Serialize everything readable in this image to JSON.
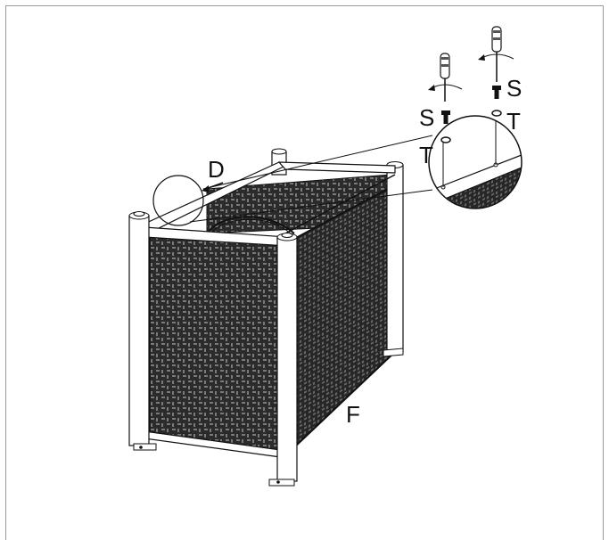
{
  "labels": {
    "callout": "D",
    "side_panel": "F",
    "screw_left": "S",
    "washer_left": "T",
    "screw_right": "S",
    "washer_right": "T"
  },
  "colors": {
    "line": "#111111",
    "panel_dark": "#2b2b2b",
    "panel_weave": "#6d6d6d",
    "frame_border": "#9a9a9a"
  }
}
